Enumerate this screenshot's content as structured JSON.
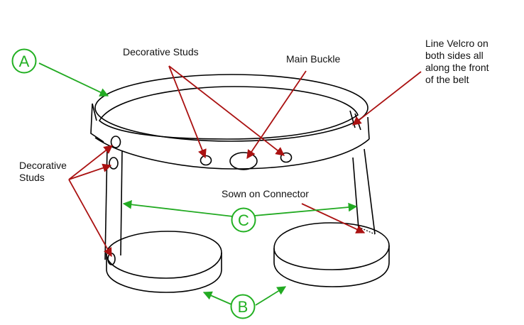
{
  "labels": {
    "decorative_studs_top": "Decorative Studs",
    "main_buckle": "Main Buckle",
    "velcro": [
      "Line Velcro on",
      "both sides all",
      "along the front",
      "of the belt"
    ],
    "decorative_studs_left": [
      "Decorative",
      "Studs"
    ],
    "sown_connector": "Sown on Connector"
  },
  "markers": {
    "a": "A",
    "b": "B",
    "c": "C"
  },
  "colors": {
    "outline": "#000000",
    "red_arrow": "#aa1111",
    "green_arrow": "#22aa22",
    "marker": "#22b022"
  }
}
